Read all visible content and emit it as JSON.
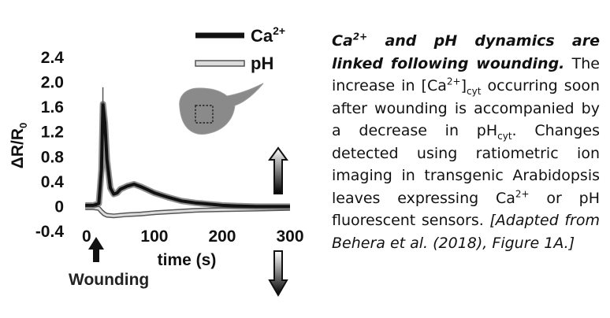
{
  "colors": {
    "ca": "#111111",
    "ph_fill": "#dcdcdc",
    "ph_stroke": "#555555",
    "leaf": "#8a8a8a",
    "text": "#111111"
  },
  "figure": {
    "wounding_label": "Wounding",
    "arrows": [
      "up-arrow-icon",
      "down-arrow-icon",
      "wounding-arrow-icon"
    ],
    "inset": "leaf-icon"
  },
  "chart_data": {
    "type": "line",
    "xlabel": "time (s)",
    "ylabel_main": "ΔR/R",
    "ylabel_sub": "0",
    "xlim": [
      -15,
      300
    ],
    "ylim": [
      -0.4,
      2.4
    ],
    "xticks": [
      0,
      100,
      200,
      300
    ],
    "yticks": [
      2.4,
      2.0,
      1.6,
      1.2,
      0.8,
      0.4,
      0,
      -0.4
    ],
    "grid": false,
    "legend_position": "top",
    "series": [
      {
        "name": "Ca",
        "name_sup": "2+",
        "color": "#111111",
        "x": [
          -2,
          10,
          18,
          22,
          24,
          27,
          30,
          35,
          40,
          45,
          50,
          60,
          70,
          80,
          90,
          100,
          120,
          140,
          160,
          180,
          200,
          220,
          250,
          280,
          300
        ],
        "y": [
          0.02,
          0.02,
          0.05,
          0.6,
          1.65,
          1.35,
          0.75,
          0.3,
          0.2,
          0.22,
          0.28,
          0.33,
          0.36,
          0.32,
          0.27,
          0.22,
          0.15,
          0.09,
          0.06,
          0.04,
          0.02,
          0.01,
          0.0,
          0.0,
          0.0
        ]
      },
      {
        "name": "pH",
        "color": "#555555",
        "x": [
          -2,
          10,
          18,
          22,
          26,
          30,
          40,
          60,
          80,
          100,
          130,
          160,
          200,
          250,
          300
        ],
        "y": [
          -0.02,
          -0.02,
          -0.03,
          -0.08,
          -0.12,
          -0.14,
          -0.15,
          -0.13,
          -0.12,
          -0.1,
          -0.08,
          -0.06,
          -0.05,
          -0.04,
          -0.03
        ]
      }
    ]
  },
  "caption": {
    "title_pre": "Ca",
    "title_sup": "2+",
    "title_post": " and pH dynamics are linked following wounding.",
    "body_1": " The increase in [Ca",
    "body_sup": "2+",
    "body_2": "]",
    "body_sub": "cyt",
    "body_3": " occurring soon after wounding is accompanied by a decrease in pH",
    "body_sub2": "cyt",
    "body_4": ". Changes detected using ratiometric ion imaging in transgenic Arabidopsis leaves expressing Ca",
    "body_sup2": "2+",
    "body_5": " or pH fluorescent sensors. ",
    "cite": "[Adapted from Behera et al. (2018), Figure 1A.]"
  }
}
